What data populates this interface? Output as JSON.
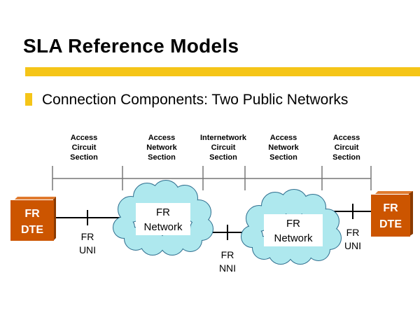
{
  "slide": {
    "title": "SLA Reference Models",
    "bullet": "Connection Components: Two Public Networks",
    "accent_color": "#f5c518",
    "device_color": "#cc5500",
    "cloud_color": "#aee8ee"
  },
  "sections": [
    [
      "Access",
      "Circuit",
      "Section"
    ],
    [
      "Access",
      "Network",
      "Section"
    ],
    [
      "Internetwork",
      "Circuit",
      "Section"
    ],
    [
      "Access",
      "Network",
      "Section"
    ],
    [
      "Access",
      "Circuit",
      "Section"
    ]
  ],
  "devices": {
    "left": [
      "FR",
      "DTE"
    ],
    "right": [
      "FR",
      "DTE"
    ]
  },
  "clouds": {
    "left": [
      "FR",
      "Network"
    ],
    "right": [
      "FR",
      "Network"
    ]
  },
  "interfaces": {
    "uni_left": [
      "FR",
      "UNI"
    ],
    "nni": [
      "FR",
      "NNI"
    ],
    "uni_right": [
      "FR",
      "UNI"
    ]
  }
}
